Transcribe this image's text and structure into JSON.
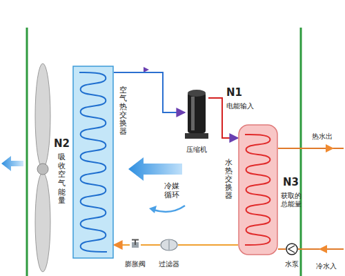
{
  "diagram": {
    "nodes": [
      {
        "text": [
          "空气热交换器"
        ]
      },
      {
        "text": [
          "压缩机"
        ]
      },
      {
        "text": [
          "水热交换器"
        ]
      },
      {
        "text": [
          "过滤器"
        ]
      },
      {
        "text": [
          "膨胀阀"
        ]
      },
      {
        "text": [
          "水泵"
        ]
      }
    ],
    "edges": [
      {
        "from": 0,
        "to": 1,
        "arrow": "to"
      },
      {
        "from": 1,
        "to": 2,
        "arrow": "to"
      },
      {
        "from": 2,
        "to": 3,
        "arrow": "none"
      },
      {
        "from": 3,
        "to": 4,
        "arrow": "none"
      },
      {
        "from": 4,
        "to": 0,
        "arrow": "to"
      },
      {
        "from": 5,
        "to": 2,
        "arrow": "none"
      }
    ],
    "labels": [
      "N1",
      "电能输入",
      "N2",
      "吸收空气能量",
      "N3",
      "获取的总能量",
      "冷媒循环",
      "热水出",
      "冷水入"
    ]
  }
}
